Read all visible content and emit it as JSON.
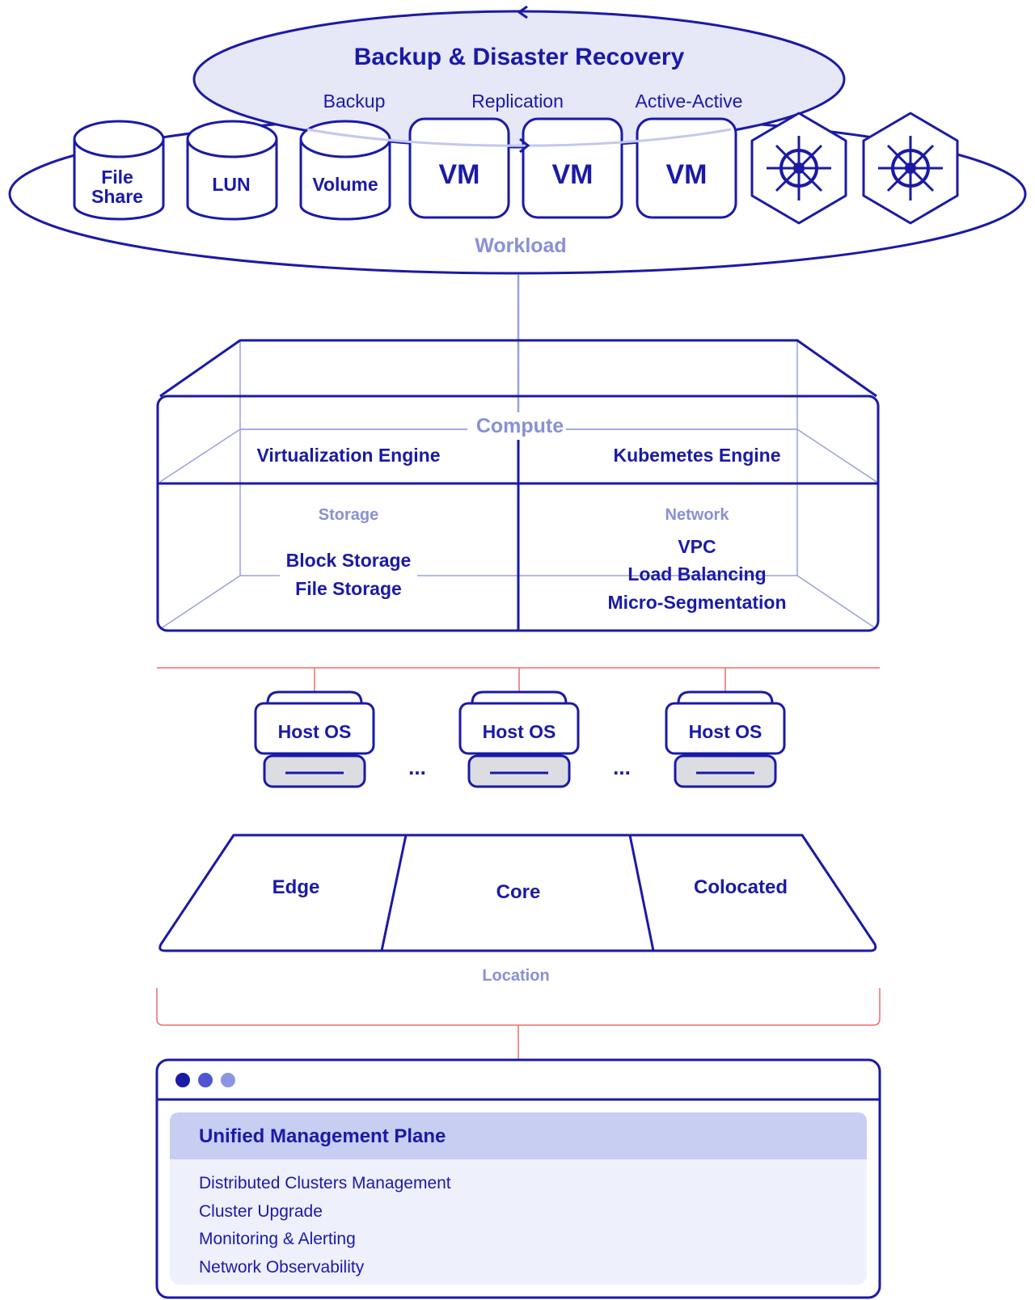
{
  "colors": {
    "navy": "#1a1aa6",
    "light": "#8890d6",
    "ellipse_fill": "#e6e7f7",
    "red_line": "#ef6b6b",
    "panel_header": "#c8cdf2",
    "panel_body": "#eef0fc",
    "dot1": "#1a1aa6",
    "dot2": "#4d55cf",
    "dot3": "#8c94e4"
  },
  "backup": {
    "title": "Backup & Disaster Recovery",
    "modes": [
      "Backup",
      "Replication",
      "Active-Active"
    ]
  },
  "workload": {
    "label": "Workload",
    "storage_items": [
      {
        "line1": "File",
        "line2": "Share"
      },
      {
        "line1": "LUN",
        "line2": ""
      },
      {
        "line1": "Volume",
        "line2": ""
      }
    ],
    "vms": [
      "VM",
      "VM",
      "VM"
    ],
    "k8s_icons": [
      "kubernetes-icon",
      "kubernetes-icon"
    ]
  },
  "compute": {
    "label": "Compute",
    "virtualization": "Virtualization Engine",
    "kubernetes": "Kubemetes Engine",
    "storage_heading": "Storage",
    "storage_items": [
      "Block Storage",
      "File Storage"
    ],
    "network_heading": "Network",
    "network_items": [
      "VPC",
      "Load Balancing",
      "Micro-Segmentation"
    ]
  },
  "hosts": {
    "label": "Host OS",
    "items": [
      "Host OS",
      "Host OS",
      "Host OS"
    ],
    "ellipsis": "..."
  },
  "location": {
    "label": "Location",
    "zones": [
      "Edge",
      "Core",
      "Colocated"
    ]
  },
  "management": {
    "title": "Unified Management Plane",
    "items": [
      "Distributed Clusters Management",
      "Cluster Upgrade",
      "Monitoring & Alerting",
      "Network Observability"
    ]
  }
}
